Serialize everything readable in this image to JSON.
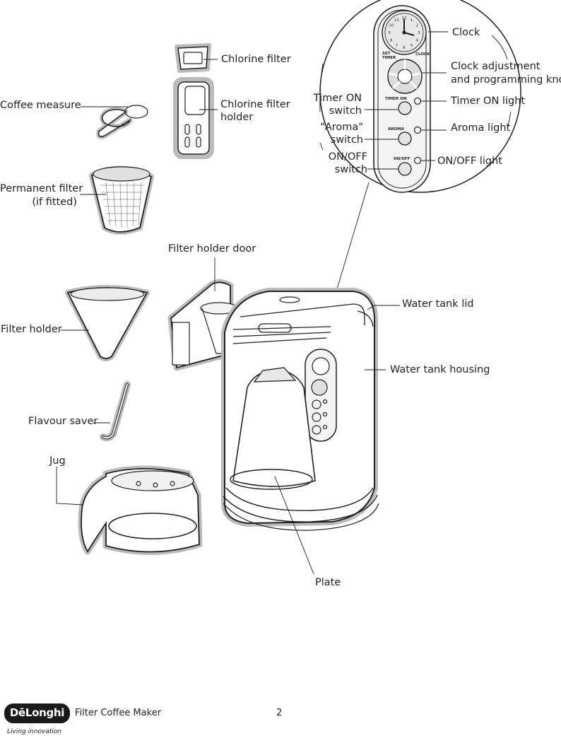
{
  "labels": {
    "clock": "Clock",
    "clock_adj_1": "Clock adjustment",
    "clock_adj_2": "and programming knob",
    "timer_on_light": "Timer ON light",
    "aroma_light": "Aroma light",
    "onoff_light": "ON/OFF light",
    "timer_switch_1": "Timer ON",
    "timer_switch_2": "switch",
    "aroma_switch_1": "\"Aroma\"",
    "aroma_switch_2": "switch",
    "onoff_switch_1": "ON/OFF",
    "onoff_switch_2": "switch",
    "chlorine_filter": "Chlorine filter",
    "chlorine_holder_1": "Chlorine filter",
    "chlorine_holder_2": "holder",
    "coffee_measure": "Coffee measure",
    "permanent_filter_1": "Permanent filter",
    "permanent_filter_2": "(if fitted)",
    "filter_holder_door": "Filter holder door",
    "filter_holder": "Filter holder",
    "water_tank_lid": "Water tank lid",
    "water_tank_housing": "Water tank housing",
    "flavour_saver": "Flavour saver",
    "jug": "Jug",
    "plate": "Plate"
  },
  "panel": {
    "set_timer_1": "SET",
    "set_timer_2": "TIMER",
    "clock_btn": "CLOCK",
    "timer_on": "TIMER ON",
    "aroma": "AROMA",
    "onoff": "ON/OFF",
    "dial_numbers": [
      "12",
      "1",
      "2",
      "3",
      "4",
      "5",
      "6",
      "7",
      "8",
      "9",
      "10",
      "11"
    ]
  },
  "footer": {
    "brand": "DēLonghi",
    "tagline": "Living innovation",
    "title": "Filter Coffee Maker",
    "page": "2"
  }
}
